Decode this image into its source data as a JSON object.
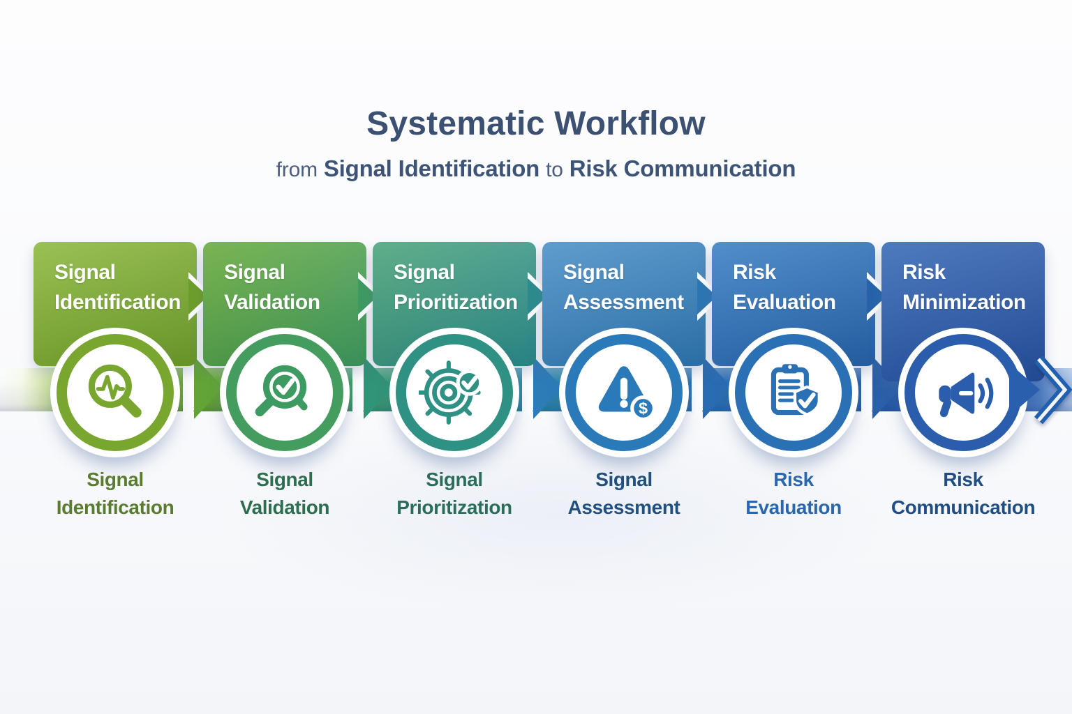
{
  "header": {
    "title": "Systematic Workflow",
    "subtitle": {
      "prefix": "from",
      "highlight1": "Signal Identification",
      "connector": "to",
      "highlight2": "Risk Communication"
    },
    "title_color": "#3c5172"
  },
  "steps": [
    {
      "id": "signal-identification",
      "box_line1": "Signal",
      "box_line2": "Identification",
      "label_line1": "Signal",
      "label_line2": "Identification",
      "icon": "magnifier-pulse-icon",
      "colors": {
        "box_from": "#8cb83c",
        "box_to": "#6d9e2a",
        "ring": "#78a62e",
        "icon": "#78a62e",
        "label": "#5a7c31"
      }
    },
    {
      "id": "signal-validation",
      "box_line1": "Signal",
      "box_line2": "Validation",
      "label_line1": "Signal",
      "label_line2": "Validation",
      "icon": "magnifier-check-icon",
      "colors": {
        "box_from": "#68aa3a",
        "box_to": "#3d9a61",
        "ring": "#449d5e",
        "icon": "#3d9a61",
        "label": "#2c6e4f"
      }
    },
    {
      "id": "signal-prioritization",
      "box_line1": "Signal",
      "box_line2": "Prioritization",
      "label_line1": "Signal",
      "label_line2": "Prioritization",
      "icon": "target-check-icon",
      "colors": {
        "box_from": "#4aa378",
        "box_to": "#2b8b8d",
        "ring": "#2e9183",
        "icon": "#2e9183",
        "label": "#2b6d5d"
      }
    },
    {
      "id": "signal-assessment",
      "box_line1": "Signal",
      "box_line2": "Assessment",
      "label_line1": "Signal",
      "label_line2": "Assessment",
      "icon": "warning-cost-icon",
      "colors": {
        "box_from": "#4a8fc7",
        "box_to": "#2d76b2",
        "ring": "#2a79b8",
        "icon": "#2a79b8",
        "label": "#22507e"
      }
    },
    {
      "id": "risk-evaluation",
      "box_line1": "Risk",
      "box_line2": "Evaluation",
      "label_line1": "Risk",
      "label_line2": "Evaluation",
      "icon": "clipboard-shield-icon",
      "colors": {
        "box_from": "#3a7ec4",
        "box_to": "#2663aa",
        "ring": "#2a70b5",
        "icon": "#2a70b5",
        "label": "#2a67ac"
      }
    },
    {
      "id": "risk-minimization",
      "box_line1": "Risk",
      "box_line2": "Minimization",
      "label_line1": "Risk",
      "label_line2": "Communication",
      "icon": "megaphone-icon",
      "colors": {
        "box_from": "#3568b6",
        "box_to": "#254f9e",
        "ring": "#2a5dab",
        "icon": "#2a5dab",
        "label": "#1f4e85"
      }
    }
  ],
  "flow": {
    "direction": "left-to-right",
    "junction_colors": [
      "#62a437",
      "#319478",
      "#2d7cb7",
      "#2a6cb2",
      "#2a5fa9"
    ],
    "end_solid_color": "#2a5fae",
    "end_chevron_color": "#2160ae"
  }
}
